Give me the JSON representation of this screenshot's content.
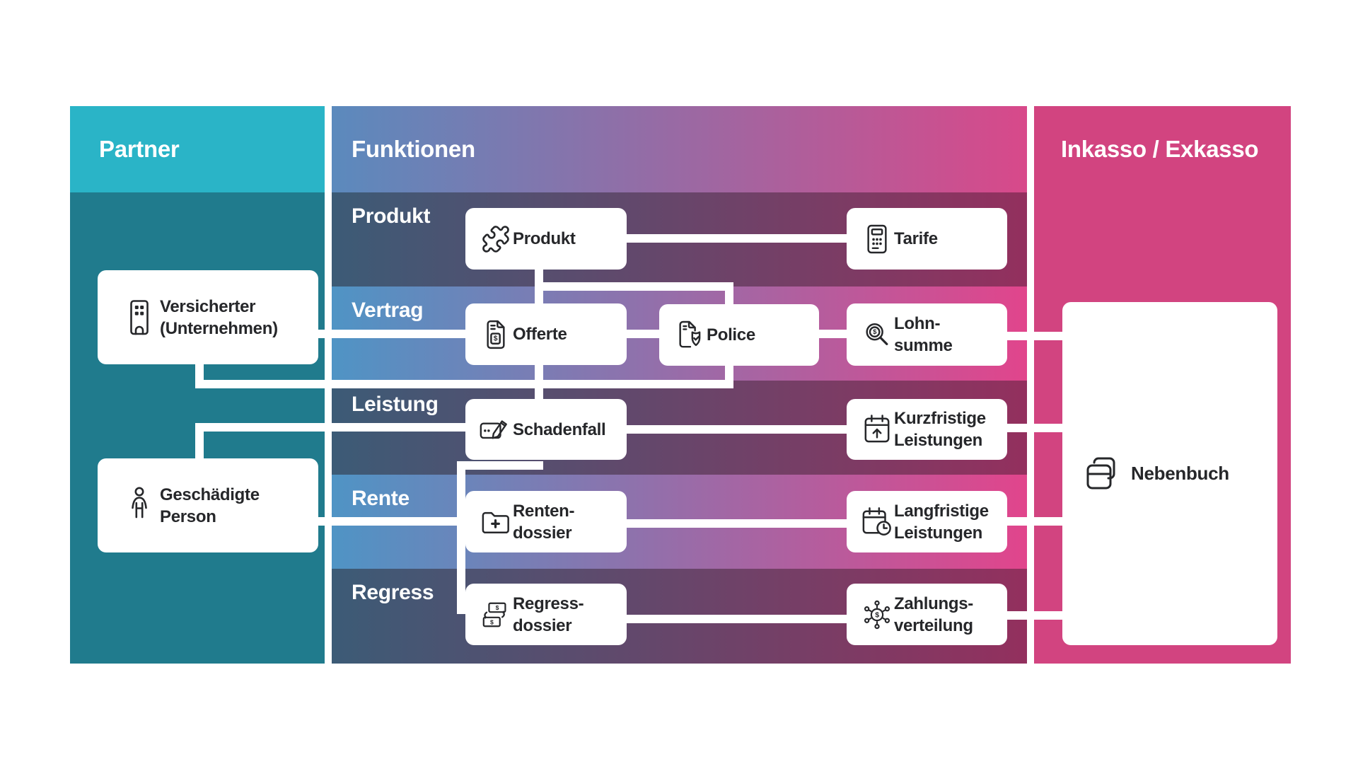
{
  "headers": {
    "partner": "Partner",
    "funktionen": "Funktionen",
    "inkasso": "Inkasso / Exkasso"
  },
  "funktionen_rows": [
    {
      "label": "Produkt",
      "tone": "dark"
    },
    {
      "label": "Vertrag",
      "tone": "light"
    },
    {
      "label": "Leistung",
      "tone": "dark"
    },
    {
      "label": "Rente",
      "tone": "light"
    },
    {
      "label": "Regress",
      "tone": "dark"
    }
  ],
  "boxes": {
    "versicherter": {
      "line1": "Versicherter",
      "line2": "(Unternehmen)",
      "icon": "building-icon"
    },
    "geschaedigte": {
      "line1": "Geschädigte",
      "line2": "Person",
      "icon": "person-icon"
    },
    "produkt": {
      "line1": "Produkt",
      "icon": "puzzle-icon"
    },
    "tarife": {
      "line1": "Tarife",
      "icon": "calculator-icon"
    },
    "offerte": {
      "line1": "Offerte",
      "icon": "document-dollar-icon"
    },
    "police": {
      "line1": "Police",
      "icon": "document-shield-check-icon"
    },
    "lohnsumme": {
      "line1": "Lohn-",
      "line2": "summe",
      "icon": "magnifier-dollar-icon"
    },
    "schadenfall": {
      "line1": "Schadenfall",
      "icon": "claim-form-pencil-icon"
    },
    "kurzfristige": {
      "line1": "Kurzfristige",
      "line2": "Leistungen",
      "icon": "calendar-arrow-up-icon"
    },
    "rentendossier": {
      "line1": "Renten-",
      "line2": "dossier",
      "icon": "folder-plus-icon"
    },
    "langfristige": {
      "line1": "Langfristige",
      "line2": "Leistungen",
      "icon": "calendar-clock-icon"
    },
    "regressdossier": {
      "line1": "Regress-",
      "line2": "dossier",
      "icon": "money-exchange-icon"
    },
    "zahlungsverteilung": {
      "line1": "Zahlungs-",
      "line2": "verteilung",
      "icon": "payment-distribution-icon"
    },
    "nebenbuch": {
      "line1": "Nebenbuch",
      "icon": "ledger-copy-icon"
    }
  },
  "connections": [
    {
      "from": "produkt",
      "to": "tarife"
    },
    {
      "from": "produkt",
      "to": "offerte"
    },
    {
      "from": "produkt",
      "to": "police"
    },
    {
      "from": "versicherter",
      "to": "offerte"
    },
    {
      "from": "versicherter",
      "to": "police"
    },
    {
      "from": "offerte",
      "to": "police"
    },
    {
      "from": "offerte",
      "to": "schadenfall"
    },
    {
      "from": "police",
      "to": "lohnsumme"
    },
    {
      "from": "lohnsumme",
      "to": "nebenbuch"
    },
    {
      "from": "geschaedigte",
      "to": "schadenfall"
    },
    {
      "from": "geschaedigte",
      "to": "rentendossier"
    },
    {
      "from": "schadenfall",
      "to": "kurzfristige"
    },
    {
      "from": "schadenfall",
      "to": "regressdossier"
    },
    {
      "from": "kurzfristige",
      "to": "nebenbuch"
    },
    {
      "from": "rentendossier",
      "to": "langfristige"
    },
    {
      "from": "langfristige",
      "to": "nebenbuch"
    },
    {
      "from": "regressdossier",
      "to": "zahlungsverteilung"
    },
    {
      "from": "zahlungsverteilung",
      "to": "nebenbuch"
    }
  ],
  "colors": {
    "partner_header": "#2ab4c7",
    "partner_body": "#207b8d",
    "funktionen_header_left": "#5b8abd",
    "funktionen_header_right": "#d8498a",
    "row_dark_left": "#3c5b76",
    "row_dark_right": "#93305e",
    "row_light_left": "#4f94c5",
    "row_light_right": "#e1458c",
    "inkasso_body": "#d24480",
    "connector": "#ffffff",
    "box_background": "#ffffff",
    "box_text": "#26272a",
    "label_text": "#ffffff"
  }
}
